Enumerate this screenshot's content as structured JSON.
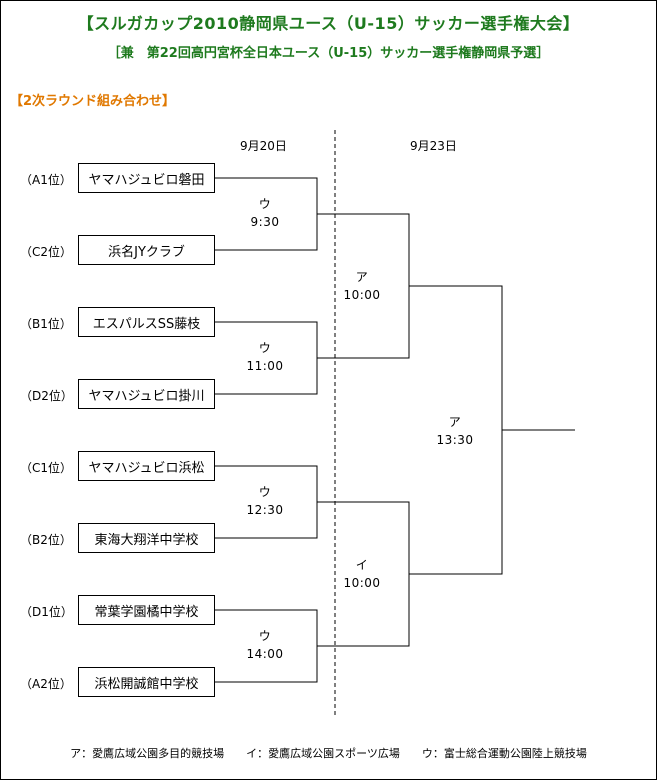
{
  "title": "【スルガカップ2010静岡県ユース（U-15）サッカー選手権大会】",
  "subtitle": "［兼　第22回高円宮杯全日本ユース（U-15）サッカー選手権静岡県予選］",
  "section": "【2次ラウンド組み合わせ】",
  "dates": [
    "9月20日",
    "9月23日"
  ],
  "teams": [
    {
      "seed": "（A1位）",
      "name": "ヤマハジュビロ磐田"
    },
    {
      "seed": "（C2位）",
      "name": "浜名JYクラブ"
    },
    {
      "seed": "（B1位）",
      "name": "エスパルスSS藤枝"
    },
    {
      "seed": "（D2位）",
      "name": "ヤマハジュビロ掛川"
    },
    {
      "seed": "（C1位）",
      "name": "ヤマハジュビロ浜松"
    },
    {
      "seed": "（B2位）",
      "name": "東海大翔洋中学校"
    },
    {
      "seed": "（D1位）",
      "name": "常葉学園橘中学校"
    },
    {
      "seed": "（A2位）",
      "name": "浜松開誠館中学校"
    }
  ],
  "round1": [
    {
      "venue": "ウ",
      "time": "9:30"
    },
    {
      "venue": "ウ",
      "time": "11:00"
    },
    {
      "venue": "ウ",
      "time": "12:30"
    },
    {
      "venue": "ウ",
      "time": "14:00"
    }
  ],
  "round2": [
    {
      "venue": "ア",
      "time": "10:00"
    },
    {
      "venue": "イ",
      "time": "10:00"
    }
  ],
  "final": {
    "venue": "ア",
    "time": "13:30"
  },
  "footer": "ア：愛鷹広域公園多目的競技場　　イ：愛鷹広域公園スポーツ広場　　ウ：富士総合運動公園陸上競技場"
}
